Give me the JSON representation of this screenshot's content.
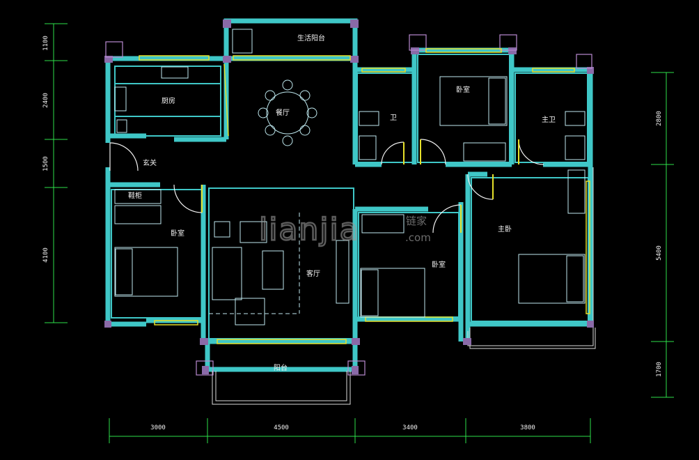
{
  "rooms": {
    "life_balcony": "生活阳台",
    "kitchen": "厨房",
    "dining": "餐厅",
    "bath1": "卫",
    "bedroom_top": "卧室",
    "master_bath": "主卫",
    "foyer": "玄关",
    "shoe_cabinet": "鞋柜",
    "bedroom_left": "卧室",
    "living": "客厅",
    "bedroom_mid": "卧室",
    "master_bedroom": "主卧",
    "balcony": "阳台"
  },
  "dimensions": {
    "left": [
      "1100",
      "2400",
      "1500",
      "4100"
    ],
    "right": [
      "2800",
      "5400",
      "1700"
    ],
    "bottom": [
      "3000",
      "4500",
      "3400",
      "3800"
    ]
  },
  "watermark": {
    "brand": "lianjia",
    "cn": "链家",
    "domain": ".com"
  },
  "colors": {
    "wall": "#3fc7c7",
    "window": "#e6e02a",
    "dimension": "#2ee04a",
    "column": "#8a6aa8"
  }
}
